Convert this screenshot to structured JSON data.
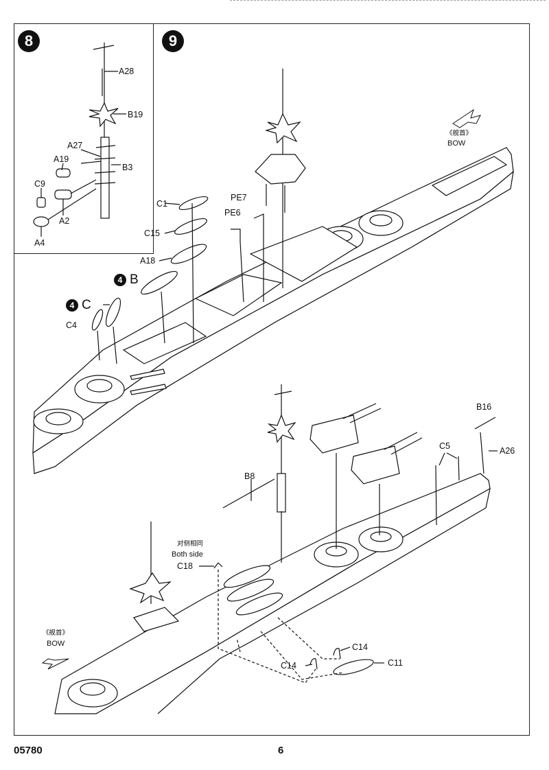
{
  "steps": {
    "left": "8",
    "right": "9"
  },
  "inset_parts": [
    "A28",
    "B19",
    "A27",
    "A19",
    "B3",
    "C9",
    "A2",
    "A4"
  ],
  "upper_parts": [
    "C1",
    "C15",
    "A18",
    "B",
    "C",
    "C4",
    "PE7",
    "PE6"
  ],
  "sub_steps": [
    "4",
    "4"
  ],
  "lower_parts": [
    "B16",
    "A26",
    "C5",
    "B8",
    "C18",
    "C14",
    "C14",
    "C11"
  ],
  "bow_upper": {
    "cn": "《舰首》",
    "en": "BOW"
  },
  "bow_lower": {
    "cn": "《舰首》",
    "en": "BOW"
  },
  "both_side": {
    "cn": "对侧相同",
    "en": "Both side"
  },
  "footer": {
    "code": "05780",
    "page": "6"
  }
}
